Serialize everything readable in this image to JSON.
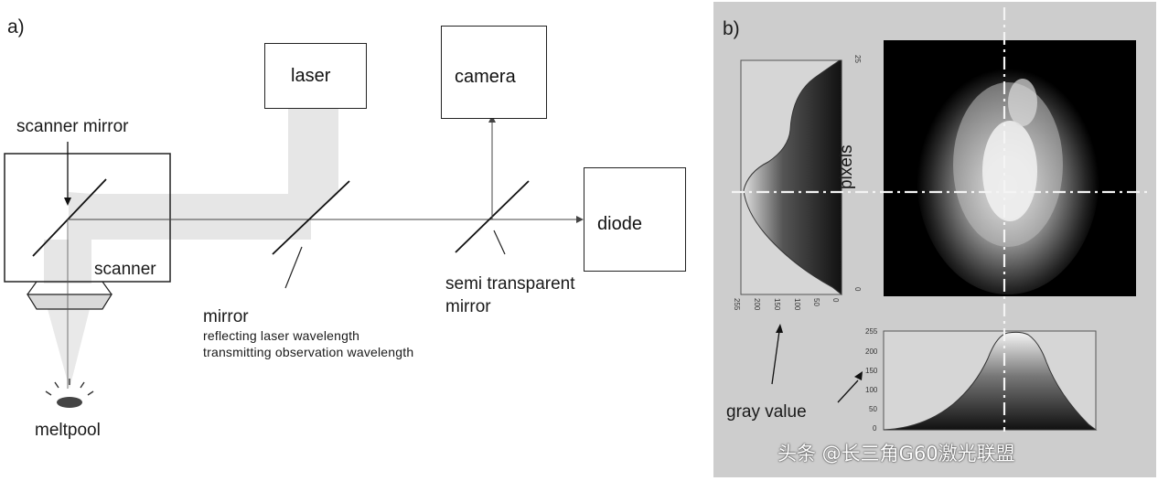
{
  "panel_a": {
    "label": "a)",
    "components": {
      "laser": "laser",
      "camera": "camera",
      "diode": "diode",
      "scanner_mirror": "scanner mirror",
      "scanner": "scanner",
      "mirror": "mirror",
      "mirror_note_1": "reflecting laser wavelength",
      "mirror_note_2": "transmitting observation wavelength",
      "semi_transparent_mirror_1": "semi transparent",
      "semi_transparent_mirror_2": "mirror",
      "meltpool": "meltpool"
    }
  },
  "panel_b": {
    "label": "b)",
    "axis_label_pixels": "pixels",
    "axis_label_gray_value": "gray value",
    "left_profile_ticks": [
      "255",
      "200",
      "150",
      "100",
      "50",
      "0"
    ],
    "left_profile_pixel_ticks": [
      "25",
      "0"
    ],
    "bottom_profile_ticks": [
      "255",
      "200",
      "150",
      "100",
      "50",
      "0"
    ]
  },
  "watermark": "头条 @长三角G60激光联盟",
  "colors": {
    "panel_b_background": "#cdcdcd",
    "beam": "#e6e6e6",
    "line": "#222222",
    "crosshair": "#ffffff"
  }
}
